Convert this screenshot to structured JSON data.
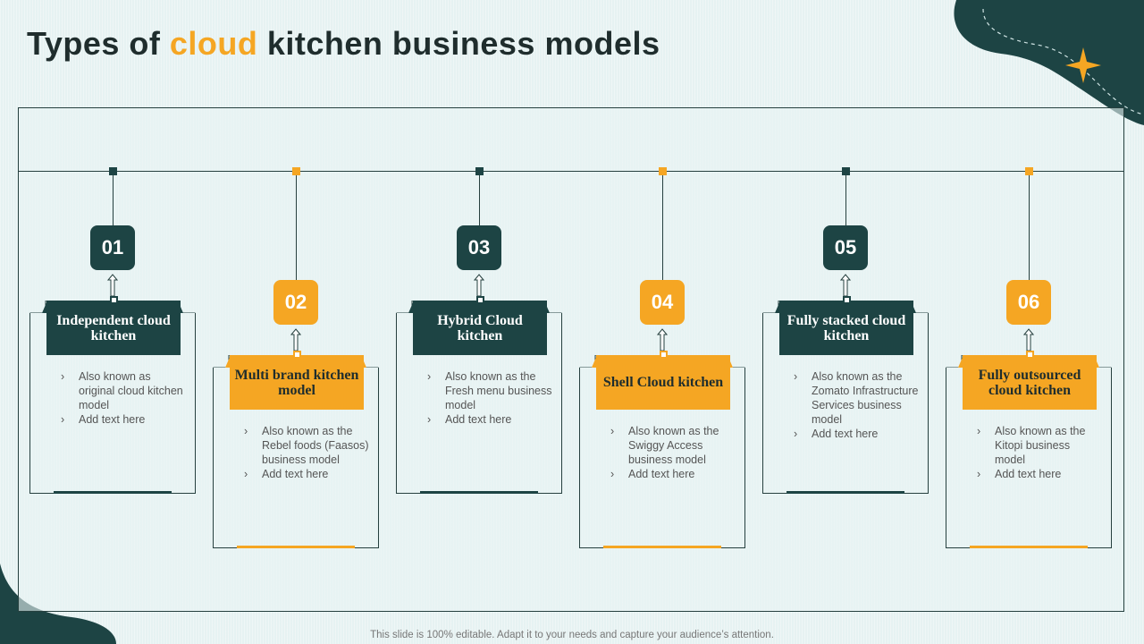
{
  "title": {
    "part1": "Types of ",
    "accent": "cloud",
    "part2": " kitchen business models"
  },
  "colors": {
    "dark": "#1d4444",
    "orange": "#f5a623",
    "background": "#e6f2f2"
  },
  "models": [
    {
      "number": "01",
      "heading": "Independent cloud kitchen",
      "bullets": [
        "Also known as original cloud kitchen model",
        "Add text here"
      ]
    },
    {
      "number": "02",
      "heading": "Multi brand kitchen model",
      "bullets": [
        "Also known as the Rebel foods (Faasos) business model",
        "Add text here"
      ]
    },
    {
      "number": "03",
      "heading": "Hybrid Cloud kitchen",
      "bullets": [
        "Also known as the Fresh menu business model",
        "Add text here"
      ]
    },
    {
      "number": "04",
      "heading": "Shell Cloud kitchen",
      "bullets": [
        "Also known as the Swiggy Access business model",
        "Add text here"
      ]
    },
    {
      "number": "05",
      "heading": "Fully stacked cloud kitchen",
      "bullets": [
        "Also known as the Zomato Infrastructure Services business model",
        "Add text here"
      ]
    },
    {
      "number": "06",
      "heading": "Fully outsourced cloud kitchen",
      "bullets": [
        "Also known as the Kitopi business model",
        "Add text here"
      ]
    }
  ],
  "footer": "This slide is 100% editable. Adapt it to your needs and capture your audience’s attention."
}
